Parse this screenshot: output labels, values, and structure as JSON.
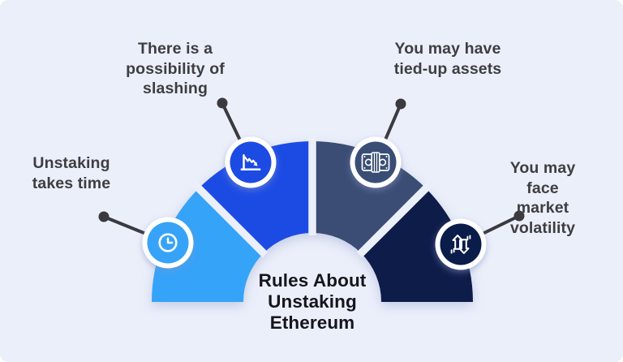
{
  "background_color": "#EBEFFA",
  "title": {
    "text": "Rules About\nUnstaking\nEthereum",
    "color": "#15151B"
  },
  "label_color": "#3E3E41",
  "connector": {
    "color": "#3A3A3F"
  },
  "badge_ring_color": "#FFFFFF",
  "icon_color": "#FFFFFF",
  "segments": [
    {
      "name": "unstaking-takes-time",
      "label": "Unstaking\ntakes time",
      "color": "#36A3F8",
      "icon": "clock-icon"
    },
    {
      "name": "possibility-of-slashing",
      "label": "There is a\npossibility of\nslashing",
      "color": "#1C4BE4",
      "icon": "declining-chart-icon"
    },
    {
      "name": "tied-up-assets",
      "label": "You may have\ntied-up assets",
      "color": "#3A4E75",
      "icon": "banknote-icon"
    },
    {
      "name": "market-volatility",
      "label": "You may face\nmarket volatility",
      "color": "#0A1C4A",
      "icon": "arrows-up-down-icon"
    }
  ]
}
